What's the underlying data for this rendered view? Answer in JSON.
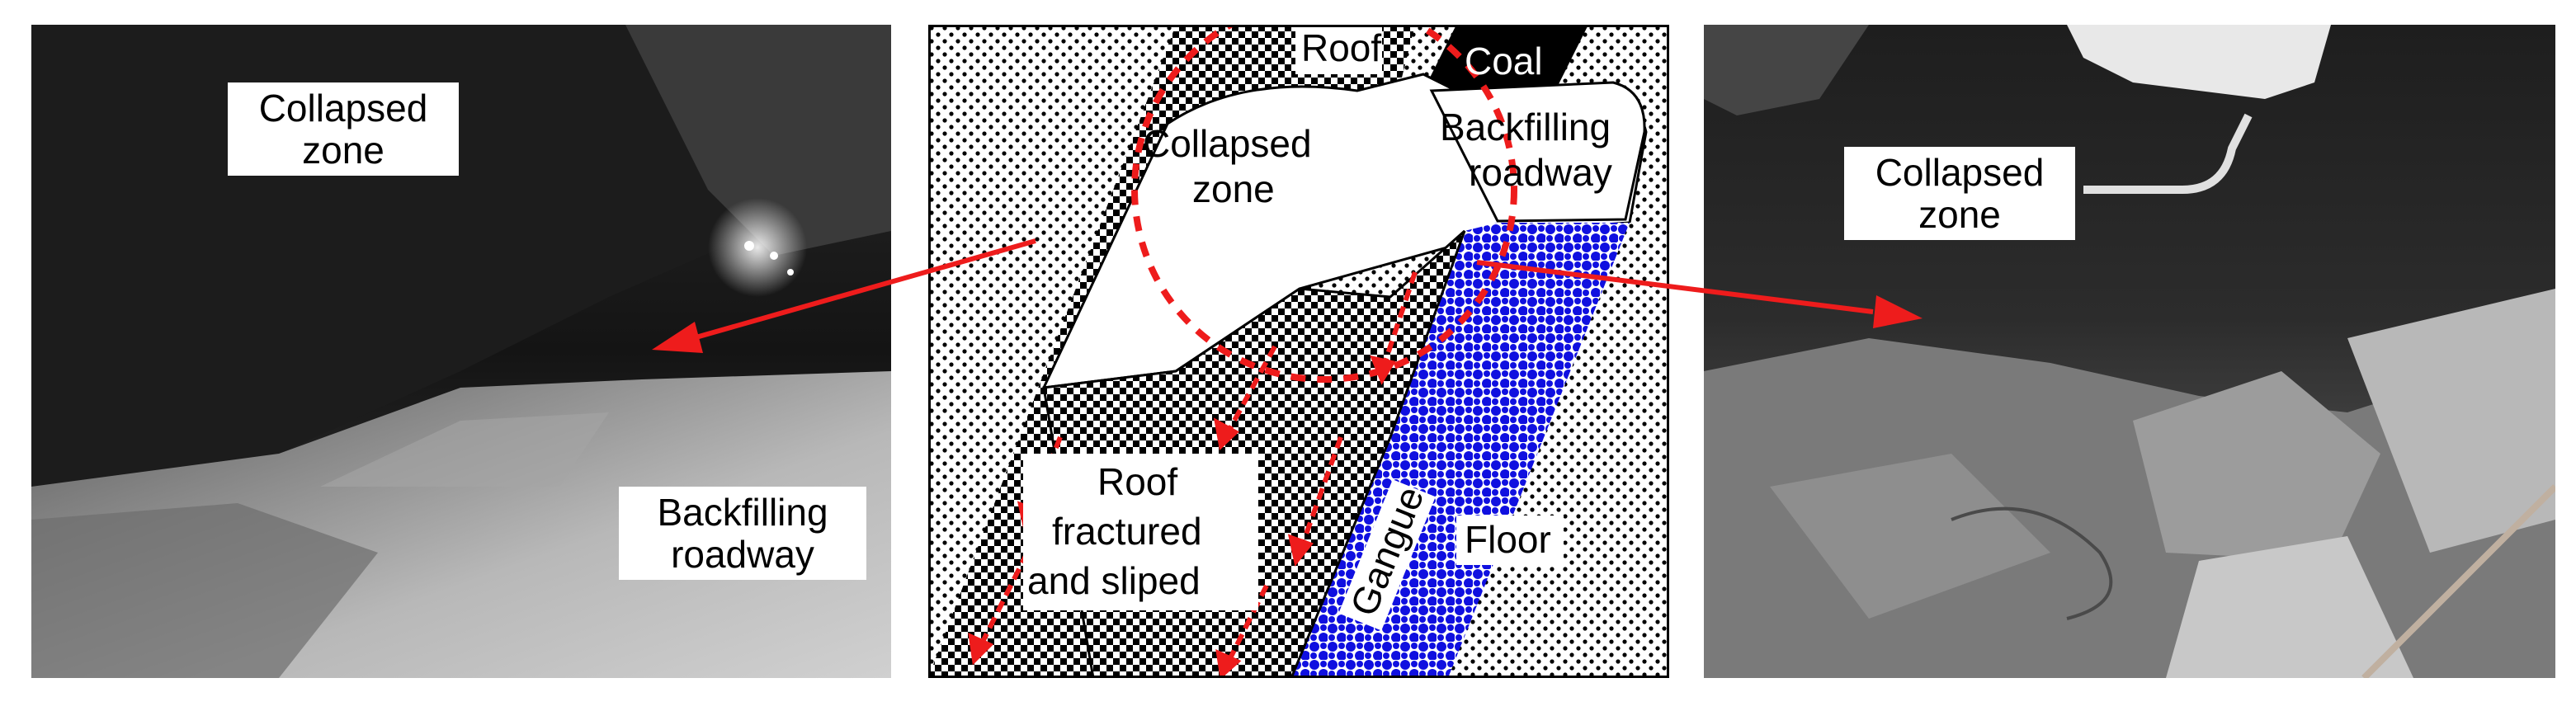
{
  "left_photo": {
    "collapsed_zone": [
      "Collapsed",
      "zone"
    ],
    "backfilling_roadway": [
      "Backfilling",
      "roadway"
    ]
  },
  "diagram": {
    "roof": "Roof",
    "coal": "Coal",
    "collapsed_zone": [
      "Collapsed",
      "zone"
    ],
    "backfilling_roadway": [
      "Backfilling",
      "roadway"
    ],
    "roof_fractured": [
      "Roof",
      "fractured",
      "and sliped"
    ],
    "gangue": "Gangue",
    "floor": "Floor"
  },
  "right_photo": {
    "collapsed_zone": [
      "Collapsed",
      "zone"
    ]
  },
  "colors": {
    "arrow": "#ee1c1c",
    "gangue_fill": "#1010e0",
    "coal_fill": "#000000"
  }
}
